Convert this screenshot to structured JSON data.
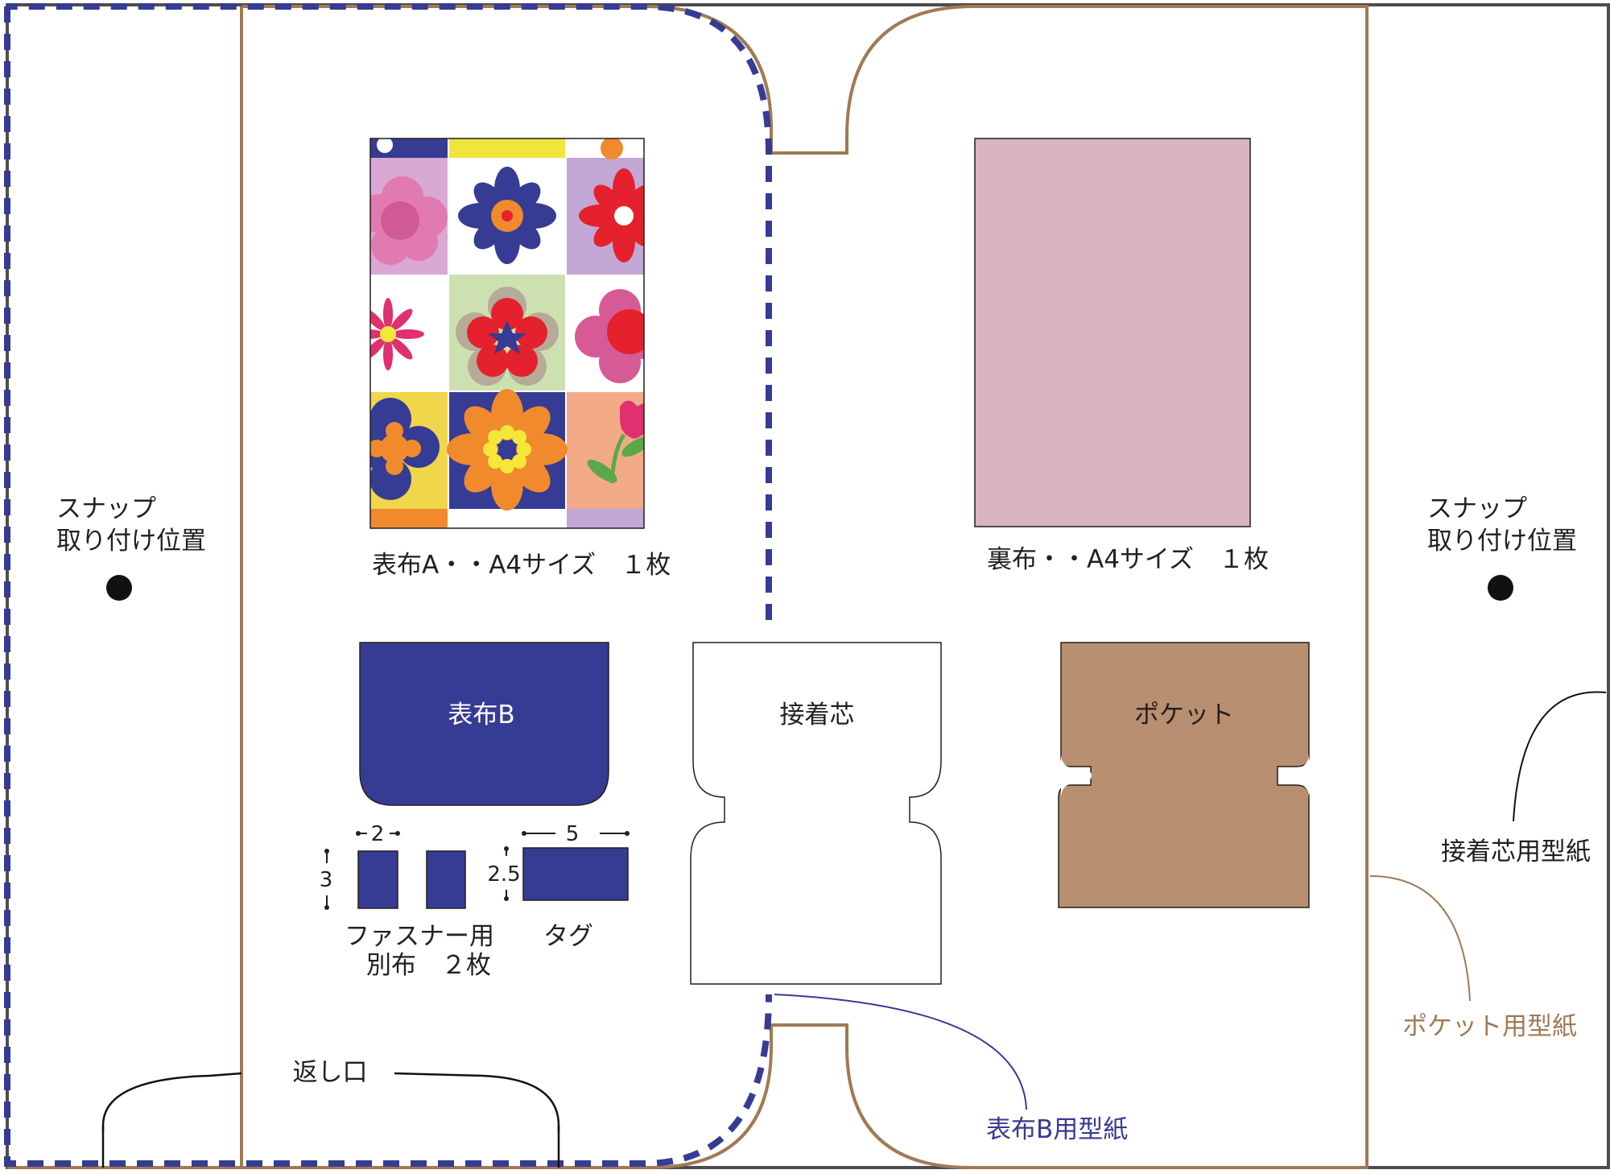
{
  "labels": {
    "snap_left_line1": "スナップ",
    "snap_left_line2": "取り付け位置",
    "snap_right_line1": "スナップ",
    "snap_right_line2": "取り付け位置",
    "outer_fabric_a": "表布A・・A4サイズ　１枚",
    "lining": "裏布・・A4サイズ　１枚",
    "outer_fabric_b": "表布B",
    "interfacing": "接着芯",
    "pocket": "ポケット",
    "fastener_line1": "ファスナー用",
    "fastener_line2": "別布　２枚",
    "tag": "タグ",
    "dim_fastener_width": "2",
    "dim_fastener_height": "3",
    "dim_tag_width": "5",
    "dim_tag_height": "2.5",
    "turning_opening": "返し口",
    "interfacing_pattern": "接着芯用型紙",
    "pocket_pattern": "ポケット用型紙",
    "outer_b_pattern": "表布B用型紙"
  },
  "colors": {
    "navy": "#363b93",
    "brown": "#a07a55",
    "pocket_fill": "#b88f70",
    "lining_fill": "#d8b4c2",
    "outline_gray": "#4d4d4d",
    "pocket_label": "#a07a55",
    "outer_b_label": "#363b93"
  }
}
